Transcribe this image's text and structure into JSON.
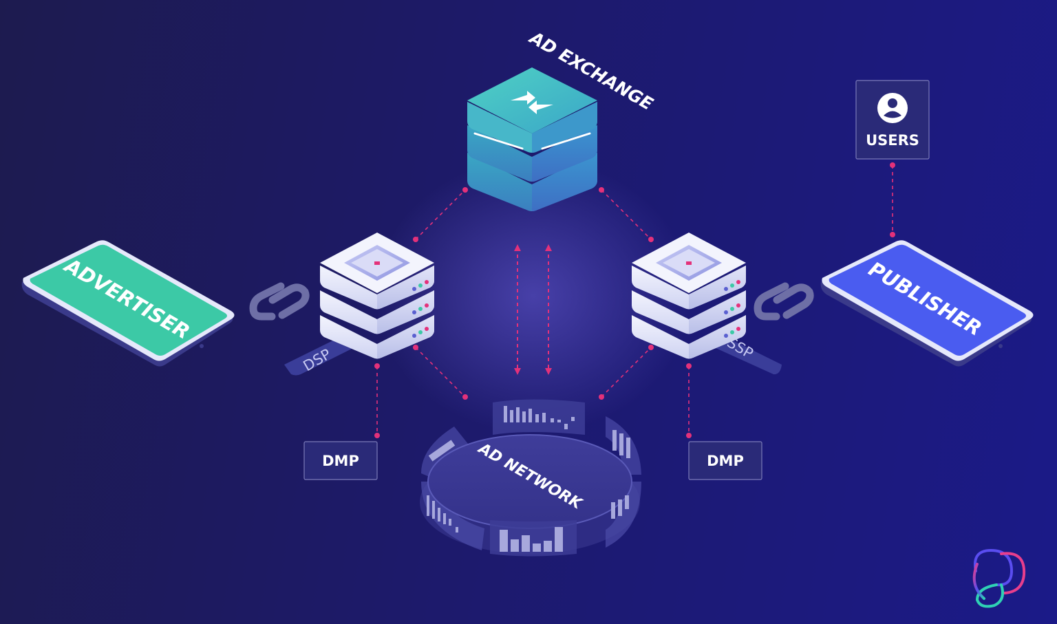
{
  "colors": {
    "background_left": "#1d1b4f",
    "background_right": "#1b1a88",
    "advertiser": "#3cc9a6",
    "publisher": "#4a5cf0",
    "ad_exchange": "#3fb3c9",
    "connector": "#e4317a",
    "server": "#e9ebfb"
  },
  "nodes": {
    "ad_exchange": "AD EXCHANGE",
    "advertiser": "ADVERTISER",
    "publisher": "PUBLISHER",
    "users": "USERS",
    "dsp": "DSP",
    "ssp": "SSP",
    "dmp_left": "DMP",
    "dmp_right": "DMP",
    "ad_network": "AD NETWORK"
  },
  "icons": {
    "users": "user-circle-icon",
    "ad_exchange": "swap-arrows-icon",
    "links": "chain-link-icon",
    "brand": "brand-logo-icon"
  }
}
